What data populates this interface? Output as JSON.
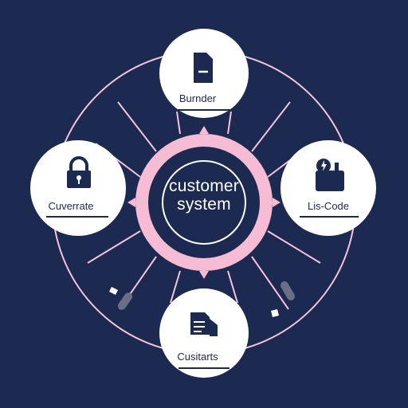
{
  "colors": {
    "background": "#1c2a52",
    "ring": "#f6bcd3",
    "ring_inner": "#1c2a52",
    "node_fill": "#ffffff",
    "icon": "#1c2a52",
    "connector": "#f3c4da",
    "underline": "#1c2a52",
    "plug": "#6b6f85"
  },
  "center": {
    "label_line1": "customer",
    "label_line2": "system"
  },
  "nodes": [
    {
      "id": "top",
      "label": "Burnder",
      "icon": "document-icon"
    },
    {
      "id": "left",
      "label": "Cuverrate",
      "icon": "padlock-icon"
    },
    {
      "id": "right",
      "label": "Lis-Code",
      "icon": "power-device-icon"
    },
    {
      "id": "bottom",
      "label": "Cusitarts",
      "icon": "stacked-documents-icon"
    }
  ]
}
